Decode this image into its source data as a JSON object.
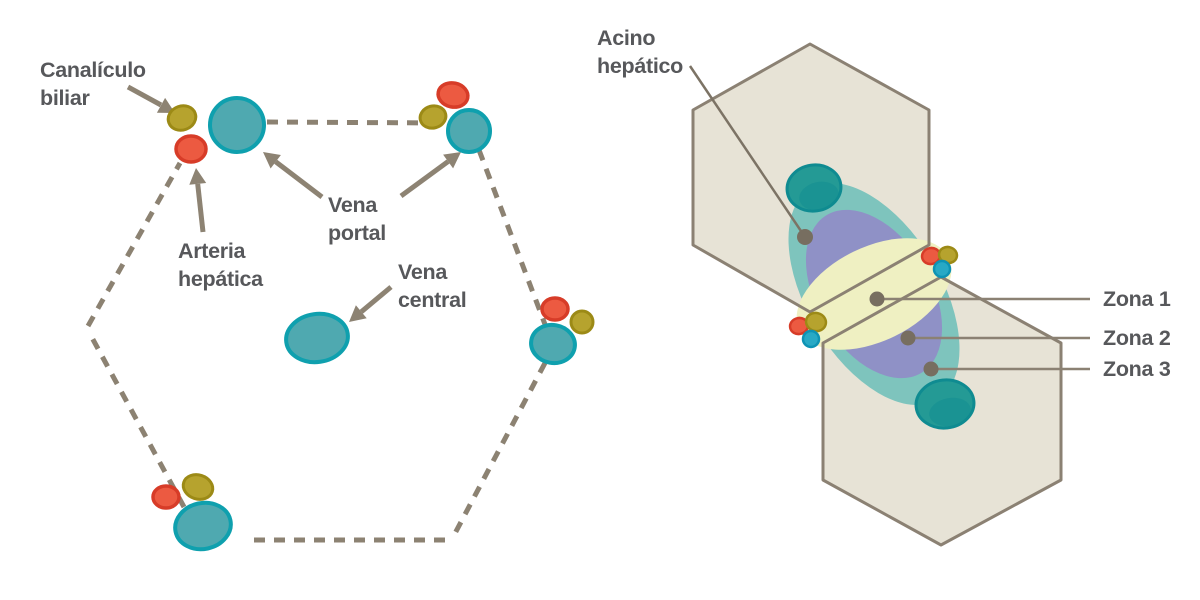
{
  "left_diagram": {
    "labels": {
      "canaliculo_biliar": {
        "line1": "Canalículo",
        "line2": "biliar"
      },
      "arteria_hepatica": {
        "line1": "Arteria",
        "line2": "hepática"
      },
      "vena_portal": {
        "line1": "Vena",
        "line2": "portal"
      },
      "vena_central": {
        "line1": "Vena",
        "line2": "central"
      }
    }
  },
  "right_diagram": {
    "labels": {
      "acino_hepatico": {
        "line1": "Acino",
        "line2": "hepático"
      },
      "zona_1": "Zona 1",
      "zona_2": "Zona 2",
      "zona_3": "Zona 3"
    }
  },
  "colors": {
    "background": "#FFFFFF",
    "label_text": "#57585B",
    "arrow": "#8D8373",
    "lobule_dash": "#8C8272",
    "portal_vein_fill": "#4FA9B0",
    "portal_vein_stroke": "#0FA0AE",
    "hepatic_artery_fill": "#EC5A41",
    "hepatic_artery_stroke": "#D73C28",
    "bile_canaliculus_fill": "#B6A32E",
    "bile_canaliculus_stroke": "#9C8A16",
    "small_vein_dot_fill": "#28A9C5",
    "hexagon_fill": "#E7E3D6",
    "hexagon_stroke": "#8B8173",
    "zone1_fill": "#EFF0C2",
    "zone2_fill": "#8F91C6",
    "zone3_fill": "#7EC4BD",
    "central_vein_fill": "#249A95",
    "central_vein_stroke": "#0F8B91",
    "pointer_line": "#7C7365",
    "zone_dot": "#776E60"
  }
}
